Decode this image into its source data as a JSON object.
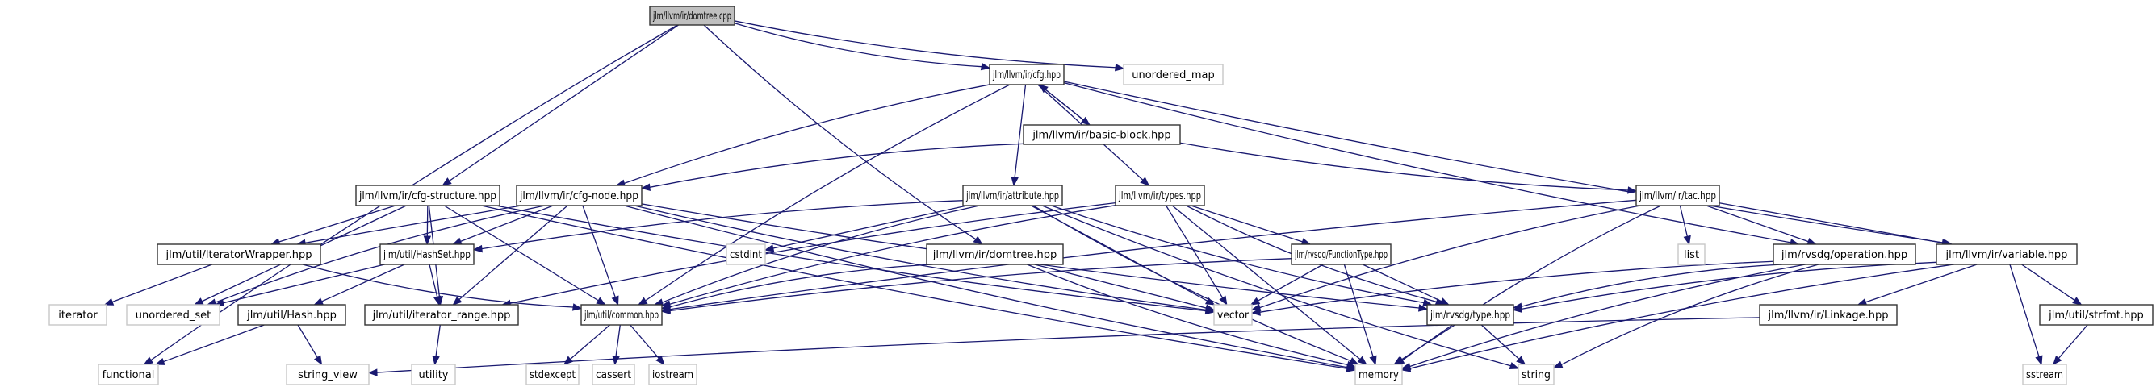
{
  "title": "jlm/llvm/ir/domtree.cpp include dependency graph",
  "colors": {
    "edge": "#191970",
    "root_fill": "#bfbfbf",
    "project_border": "#333333",
    "system_border": "#c8c8c8"
  },
  "nodes": [
    {
      "id": "domtree_cpp",
      "label": "jlm/llvm/ir/domtree.cpp",
      "kind": "root"
    },
    {
      "id": "cfg",
      "label": "jlm/llvm/ir/cfg.hpp",
      "kind": "project"
    },
    {
      "id": "unordered_map",
      "label": "unordered_map",
      "kind": "system"
    },
    {
      "id": "basic_block",
      "label": "jlm/llvm/ir/basic-block.hpp",
      "kind": "project"
    },
    {
      "id": "cfg_structure",
      "label": "jlm/llvm/ir/cfg-structure.hpp",
      "kind": "project"
    },
    {
      "id": "cfg_node",
      "label": "jlm/llvm/ir/cfg-node.hpp",
      "kind": "project"
    },
    {
      "id": "attribute",
      "label": "jlm/llvm/ir/attribute.hpp",
      "kind": "project"
    },
    {
      "id": "types",
      "label": "jlm/llvm/ir/types.hpp",
      "kind": "project"
    },
    {
      "id": "tac",
      "label": "jlm/llvm/ir/tac.hpp",
      "kind": "project"
    },
    {
      "id": "iterator_wrapper",
      "label": "jlm/util/IteratorWrapper.hpp",
      "kind": "project"
    },
    {
      "id": "hashset",
      "label": "jlm/util/HashSet.hpp",
      "kind": "project"
    },
    {
      "id": "cstdint",
      "label": "cstdint",
      "kind": "system"
    },
    {
      "id": "domtree_hpp",
      "label": "jlm/llvm/ir/domtree.hpp",
      "kind": "project"
    },
    {
      "id": "function_type",
      "label": "jlm/rvsdg/FunctionType.hpp",
      "kind": "project"
    },
    {
      "id": "list",
      "label": "list",
      "kind": "system"
    },
    {
      "id": "operation",
      "label": "jlm/rvsdg/operation.hpp",
      "kind": "project"
    },
    {
      "id": "variable",
      "label": "jlm/llvm/ir/variable.hpp",
      "kind": "project"
    },
    {
      "id": "iterator",
      "label": "iterator",
      "kind": "system"
    },
    {
      "id": "unordered_set",
      "label": "unordered_set",
      "kind": "system"
    },
    {
      "id": "hash",
      "label": "jlm/util/Hash.hpp",
      "kind": "project"
    },
    {
      "id": "iterator_range",
      "label": "jlm/util/iterator_range.hpp",
      "kind": "project"
    },
    {
      "id": "common",
      "label": "jlm/util/common.hpp",
      "kind": "project"
    },
    {
      "id": "vector",
      "label": "vector",
      "kind": "system"
    },
    {
      "id": "type",
      "label": "jlm/rvsdg/type.hpp",
      "kind": "project"
    },
    {
      "id": "linkage",
      "label": "jlm/llvm/ir/Linkage.hpp",
      "kind": "project"
    },
    {
      "id": "strfmt",
      "label": "jlm/util/strfmt.hpp",
      "kind": "project"
    },
    {
      "id": "functional",
      "label": "functional",
      "kind": "system"
    },
    {
      "id": "string_view",
      "label": "string_view",
      "kind": "system"
    },
    {
      "id": "utility",
      "label": "utility",
      "kind": "system"
    },
    {
      "id": "stdexcept",
      "label": "stdexcept",
      "kind": "system"
    },
    {
      "id": "cassert",
      "label": "cassert",
      "kind": "system"
    },
    {
      "id": "iostream",
      "label": "iostream",
      "kind": "system"
    },
    {
      "id": "memory",
      "label": "memory",
      "kind": "system"
    },
    {
      "id": "string",
      "label": "string",
      "kind": "system"
    },
    {
      "id": "sstream",
      "label": "sstream",
      "kind": "system"
    }
  ],
  "edges": [
    [
      "domtree_cpp",
      "cfg"
    ],
    [
      "domtree_cpp",
      "unordered_map"
    ],
    [
      "domtree_cpp",
      "cfg_structure"
    ],
    [
      "domtree_cpp",
      "domtree_hpp"
    ],
    [
      "domtree_cpp",
      "functional"
    ],
    [
      "cfg",
      "basic_block"
    ],
    [
      "cfg",
      "cfg_node"
    ],
    [
      "cfg",
      "attribute"
    ],
    [
      "cfg",
      "types"
    ],
    [
      "cfg",
      "operation"
    ],
    [
      "cfg",
      "variable"
    ],
    [
      "cfg",
      "common"
    ],
    [
      "basic_block",
      "cfg"
    ],
    [
      "basic_block",
      "cfg_node"
    ],
    [
      "basic_block",
      "tac"
    ],
    [
      "cfg_structure",
      "iterator_wrapper"
    ],
    [
      "cfg_structure",
      "hashset"
    ],
    [
      "cfg_structure",
      "common"
    ],
    [
      "cfg_structure",
      "iterator_range"
    ],
    [
      "cfg_structure",
      "unordered_set"
    ],
    [
      "cfg_structure",
      "memory"
    ],
    [
      "cfg_structure",
      "vector"
    ],
    [
      "cfg_node",
      "hashset"
    ],
    [
      "cfg_node",
      "iterator_wrapper"
    ],
    [
      "cfg_node",
      "iterator_range"
    ],
    [
      "cfg_node",
      "common"
    ],
    [
      "cfg_node",
      "unordered_set"
    ],
    [
      "cfg_node",
      "memory"
    ],
    [
      "cfg_node",
      "vector"
    ],
    [
      "cfg_node",
      "type"
    ],
    [
      "attribute",
      "hashset"
    ],
    [
      "attribute",
      "cstdint"
    ],
    [
      "attribute",
      "common"
    ],
    [
      "attribute",
      "type"
    ],
    [
      "attribute",
      "memory"
    ],
    [
      "attribute",
      "string"
    ],
    [
      "attribute",
      "vector"
    ],
    [
      "types",
      "function_type"
    ],
    [
      "types",
      "type"
    ],
    [
      "types",
      "common"
    ],
    [
      "types",
      "iterator_range"
    ],
    [
      "types",
      "memory"
    ],
    [
      "types",
      "vector"
    ],
    [
      "tac",
      "operation"
    ],
    [
      "tac",
      "variable"
    ],
    [
      "tac",
      "list"
    ],
    [
      "tac",
      "common"
    ],
    [
      "tac",
      "memory"
    ],
    [
      "tac",
      "vector"
    ],
    [
      "iterator_wrapper",
      "iterator"
    ],
    [
      "iterator_wrapper",
      "common"
    ],
    [
      "hashset",
      "hash"
    ],
    [
      "hashset",
      "iterator_range"
    ],
    [
      "hashset",
      "unordered_set"
    ],
    [
      "domtree_hpp",
      "common"
    ],
    [
      "domtree_hpp",
      "memory"
    ],
    [
      "domtree_hpp",
      "vector"
    ],
    [
      "function_type",
      "type"
    ],
    [
      "function_type",
      "common"
    ],
    [
      "function_type",
      "memory"
    ],
    [
      "function_type",
      "vector"
    ],
    [
      "operation",
      "type"
    ],
    [
      "operation",
      "memory"
    ],
    [
      "operation",
      "string"
    ],
    [
      "operation",
      "vector"
    ],
    [
      "variable",
      "linkage"
    ],
    [
      "variable",
      "strfmt"
    ],
    [
      "variable",
      "type"
    ],
    [
      "variable",
      "memory"
    ],
    [
      "variable",
      "sstream"
    ],
    [
      "hash",
      "functional"
    ],
    [
      "hash",
      "string_view"
    ],
    [
      "iterator_range",
      "utility"
    ],
    [
      "common",
      "stdexcept"
    ],
    [
      "common",
      "cassert"
    ],
    [
      "common",
      "iostream"
    ],
    [
      "type",
      "memory"
    ],
    [
      "type",
      "string"
    ],
    [
      "linkage",
      "string_view"
    ],
    [
      "strfmt",
      "sstream"
    ]
  ]
}
